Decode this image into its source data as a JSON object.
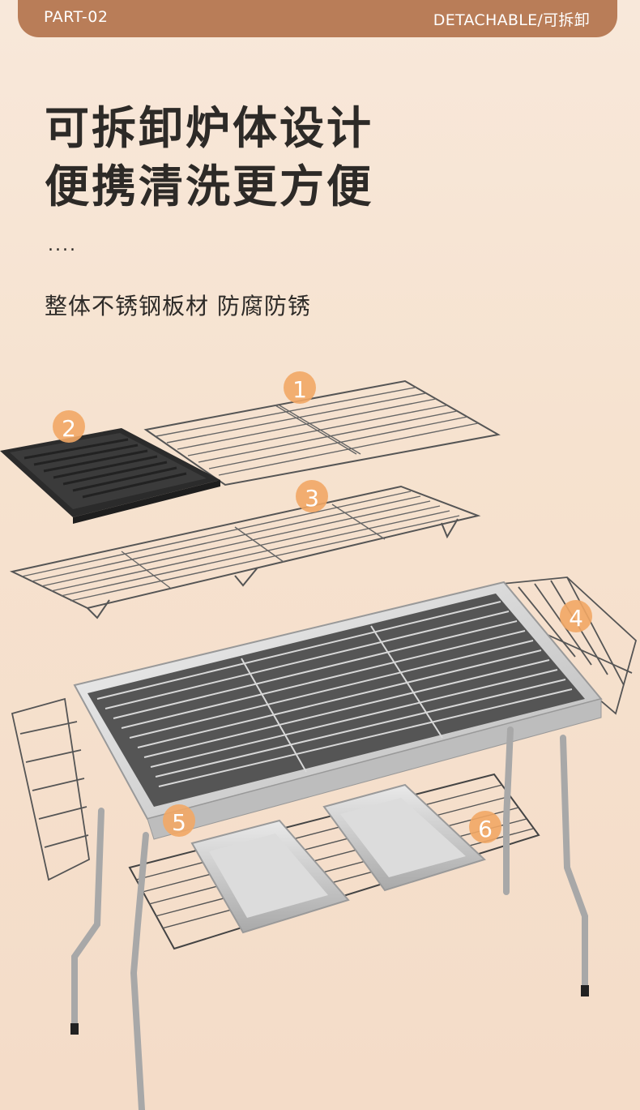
{
  "header": {
    "part_label": "PART-02",
    "tag_label": "DETACHABLE/可拆卸",
    "accent_color": "#b97d58"
  },
  "headline": {
    "line1": "可拆卸炉体设计",
    "line2": "便携清洗更方便"
  },
  "dots": "....",
  "subtitle": "整体不锈钢板材 防腐防锈",
  "parts": [
    {
      "number": "1"
    },
    {
      "number": "2"
    },
    {
      "number": "3"
    },
    {
      "number": "4"
    },
    {
      "number": "5"
    },
    {
      "number": "6"
    }
  ],
  "badge_color": "#f2a765"
}
